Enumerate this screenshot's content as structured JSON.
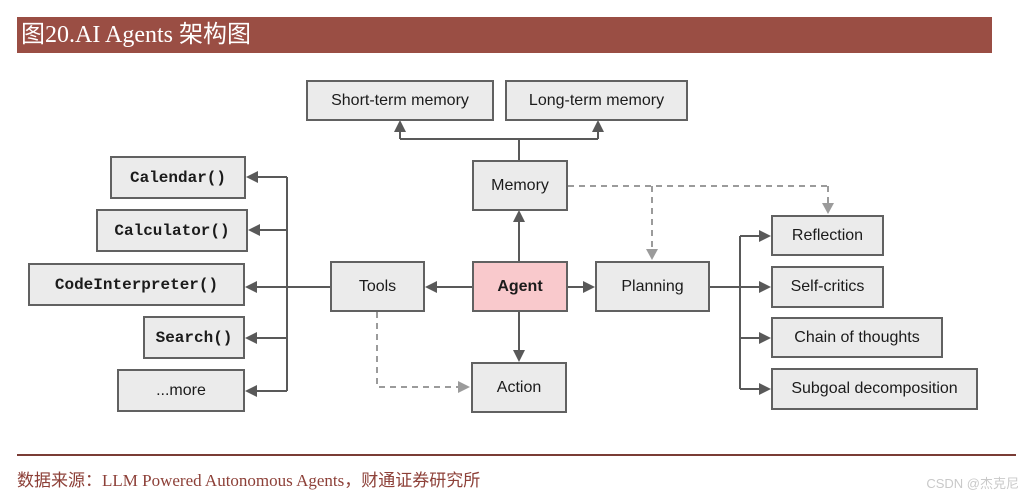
{
  "header": {
    "title": "图20.AI Agents 架构图"
  },
  "diagram": {
    "nodes": {
      "short_term_memory": {
        "label": "Short-term memory"
      },
      "long_term_memory": {
        "label": "Long-term memory"
      },
      "memory": {
        "label": "Memory"
      },
      "calendar": {
        "label": "Calendar()"
      },
      "calculator": {
        "label": "Calculator()"
      },
      "code_interpreter": {
        "label": "CodeInterpreter()"
      },
      "search": {
        "label": "Search()"
      },
      "more": {
        "label": "...more"
      },
      "tools": {
        "label": "Tools"
      },
      "agent": {
        "label": "Agent"
      },
      "planning": {
        "label": "Planning"
      },
      "action": {
        "label": "Action"
      },
      "reflection": {
        "label": "Reflection"
      },
      "self_critics": {
        "label": "Self-critics"
      },
      "chain_of_thoughts": {
        "label": "Chain of thoughts"
      },
      "subgoal_decomposition": {
        "label": "Subgoal decomposition"
      }
    }
  },
  "footer": {
    "source": "数据来源：LLM Powered Autonomous Agents，财通证券研究所",
    "watermark": "CSDN @杰克尼"
  },
  "colors": {
    "header_bg": "#9a4e44",
    "header_text": "#ffffff",
    "node_fill": "#ebebeb",
    "node_border": "#616161",
    "agent_fill": "#f9c9cc",
    "solid_line": "#595959",
    "dashed_line": "#9b9b9b",
    "source_text": "#8d4038",
    "rule_line": "#7a3c35",
    "watermark_text": "#c9c9c9"
  }
}
